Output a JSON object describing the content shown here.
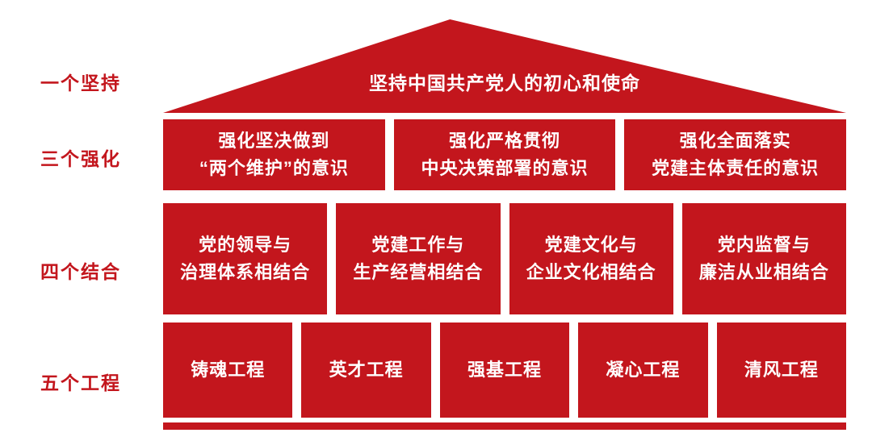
{
  "colors": {
    "primary_red": "#c3161d",
    "text_on_red": "#ffffff",
    "background": "#ffffff"
  },
  "side_labels": [
    {
      "label": "一个坚持"
    },
    {
      "label": "三个强化"
    },
    {
      "label": "四个结合"
    },
    {
      "label": "五个工程"
    }
  ],
  "roof": {
    "text": "坚持中国共产党人的初心和使命"
  },
  "row_strengthen": {
    "items": [
      {
        "line1": "强化坚决做到",
        "line2": "“两个维护”的意识"
      },
      {
        "line1": "强化严格贯彻",
        "line2": "中央决策部署的意识"
      },
      {
        "line1": "强化全面落实",
        "line2": "党建主体责任的意识"
      }
    ]
  },
  "row_combine": {
    "items": [
      {
        "line1": "党的领导与",
        "line2": "治理体系相结合"
      },
      {
        "line1": "党建工作与",
        "line2": "生产经营相结合"
      },
      {
        "line1": "党建文化与",
        "line2": "企业文化相结合"
      },
      {
        "line1": "党内监督与",
        "line2": "廉洁从业相结合"
      }
    ]
  },
  "row_project": {
    "items": [
      {
        "label": "铸魂工程"
      },
      {
        "label": "英才工程"
      },
      {
        "label": "强基工程"
      },
      {
        "label": "凝心工程"
      },
      {
        "label": "清风工程"
      }
    ]
  }
}
